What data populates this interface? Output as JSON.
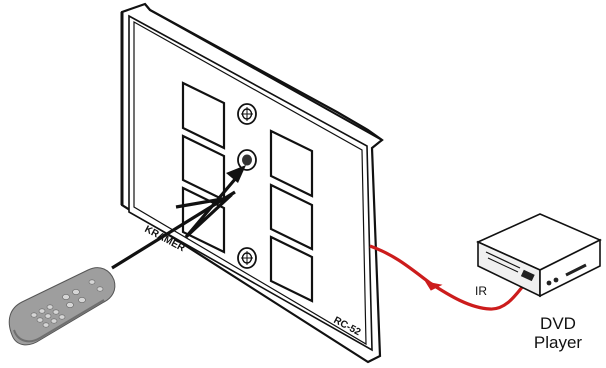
{
  "panel": {
    "brand": "KRAMER",
    "model": "RC-52",
    "button_count": 6
  },
  "connection": {
    "label": "IR",
    "color": "#cc1c1c"
  },
  "device": {
    "line1": "DVD",
    "line2": "Player"
  },
  "colors": {
    "ir_cable": "#cc1c1c",
    "outline": "#111111",
    "remote": "#9e9e9e",
    "device_body": "#f0f0f0"
  }
}
